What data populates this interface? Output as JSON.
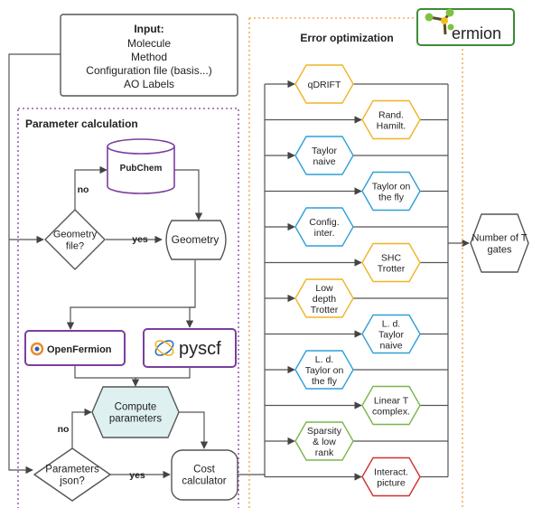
{
  "input": {
    "title": "Input:",
    "lines": [
      "Molecule",
      "Method",
      "Configuration file (basis...)",
      "AO Labels"
    ]
  },
  "parameter_section": {
    "title": "Parameter calculation"
  },
  "error_section": {
    "title": "Error optimization"
  },
  "logo": {
    "text": "ermion"
  },
  "pubchem": {
    "text_left": "Pub",
    "text_mid": "C",
    "text_right": "hem"
  },
  "geometry_decision": {
    "lines": [
      "Geometry",
      "file?"
    ]
  },
  "geometry_store": {
    "label": "Geometry"
  },
  "openfermion": {
    "label": "OpenFermion"
  },
  "pyscf": {
    "label": "pyscf"
  },
  "compute": {
    "lines": [
      "Compute",
      "parameters"
    ]
  },
  "params_decision": {
    "lines": [
      "Parameters",
      "json?"
    ]
  },
  "cost": {
    "lines": [
      "Cost",
      "calculator"
    ]
  },
  "edge_labels": {
    "no": "no",
    "yes": "yes"
  },
  "methods": [
    {
      "lines": [
        "qDRIFT"
      ],
      "color": "#f0b323"
    },
    {
      "lines": [
        "Rand.",
        "Hamilt."
      ],
      "color": "#f0b323"
    },
    {
      "lines": [
        "Taylor",
        "naive"
      ],
      "color": "#2e9fd8"
    },
    {
      "lines": [
        "Taylor on",
        "the fly"
      ],
      "color": "#2e9fd8"
    },
    {
      "lines": [
        "Config.",
        "inter."
      ],
      "color": "#2e9fd8"
    },
    {
      "lines": [
        "SHC",
        "Trotter"
      ],
      "color": "#f0b323"
    },
    {
      "lines": [
        "Low",
        "depth",
        "Trotter"
      ],
      "color": "#f0b323"
    },
    {
      "lines": [
        "L. d.",
        "Taylor",
        "naive"
      ],
      "color": "#2e9fd8"
    },
    {
      "lines": [
        "L. d.",
        "Taylor on",
        "the fly"
      ],
      "color": "#2e9fd8"
    },
    {
      "lines": [
        "Linear T",
        "complex."
      ],
      "color": "#7ab648"
    },
    {
      "lines": [
        "Sparsity",
        "& low",
        "rank"
      ],
      "color": "#7ab648"
    },
    {
      "lines": [
        "Interact.",
        "picture"
      ],
      "color": "#d32f2f"
    }
  ],
  "output": {
    "lines": [
      "Number of T",
      "gates"
    ]
  },
  "colors": {
    "purple": "#7b3f9e",
    "orange": "#f39c32",
    "teal_fill": "#dff0f1",
    "green": "#3d8b37",
    "edge": "#555555"
  }
}
